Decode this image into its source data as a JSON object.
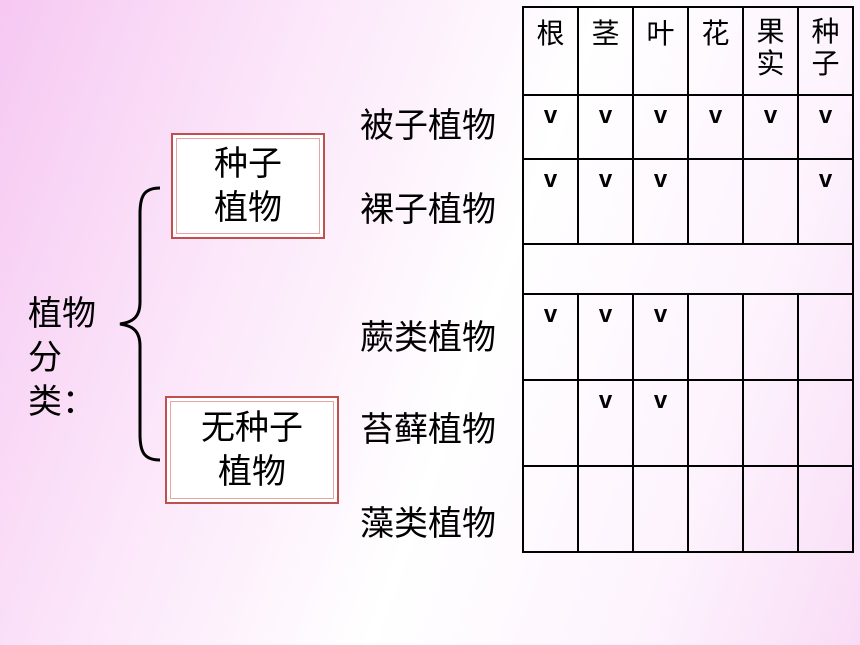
{
  "root_label": [
    "植物",
    "分类："
  ],
  "groups": [
    {
      "label": [
        "种子",
        "植物"
      ]
    },
    {
      "label": [
        "无种子",
        "植物"
      ]
    }
  ],
  "columns": [
    "根",
    "茎",
    "叶",
    "花",
    "果实",
    "种子"
  ],
  "rows": [
    {
      "name": "被子植物",
      "marks": [
        "v",
        "v",
        "v",
        "v",
        "v",
        "v"
      ]
    },
    {
      "name": "裸子植物",
      "marks": [
        "v",
        "v",
        "v",
        "",
        "",
        "v"
      ]
    },
    {
      "name": "蕨类植物",
      "marks": [
        "v",
        "v",
        "v",
        "",
        "",
        ""
      ]
    },
    {
      "name": "苔藓植物",
      "marks": [
        "",
        "v",
        "v",
        "",
        "",
        ""
      ]
    },
    {
      "name": "藻类植物",
      "marks": [
        "",
        "",
        "",
        "",
        "",
        ""
      ]
    }
  ],
  "colors": {
    "box_border": "#c0504d",
    "background_accent": "#f6c8f2"
  }
}
